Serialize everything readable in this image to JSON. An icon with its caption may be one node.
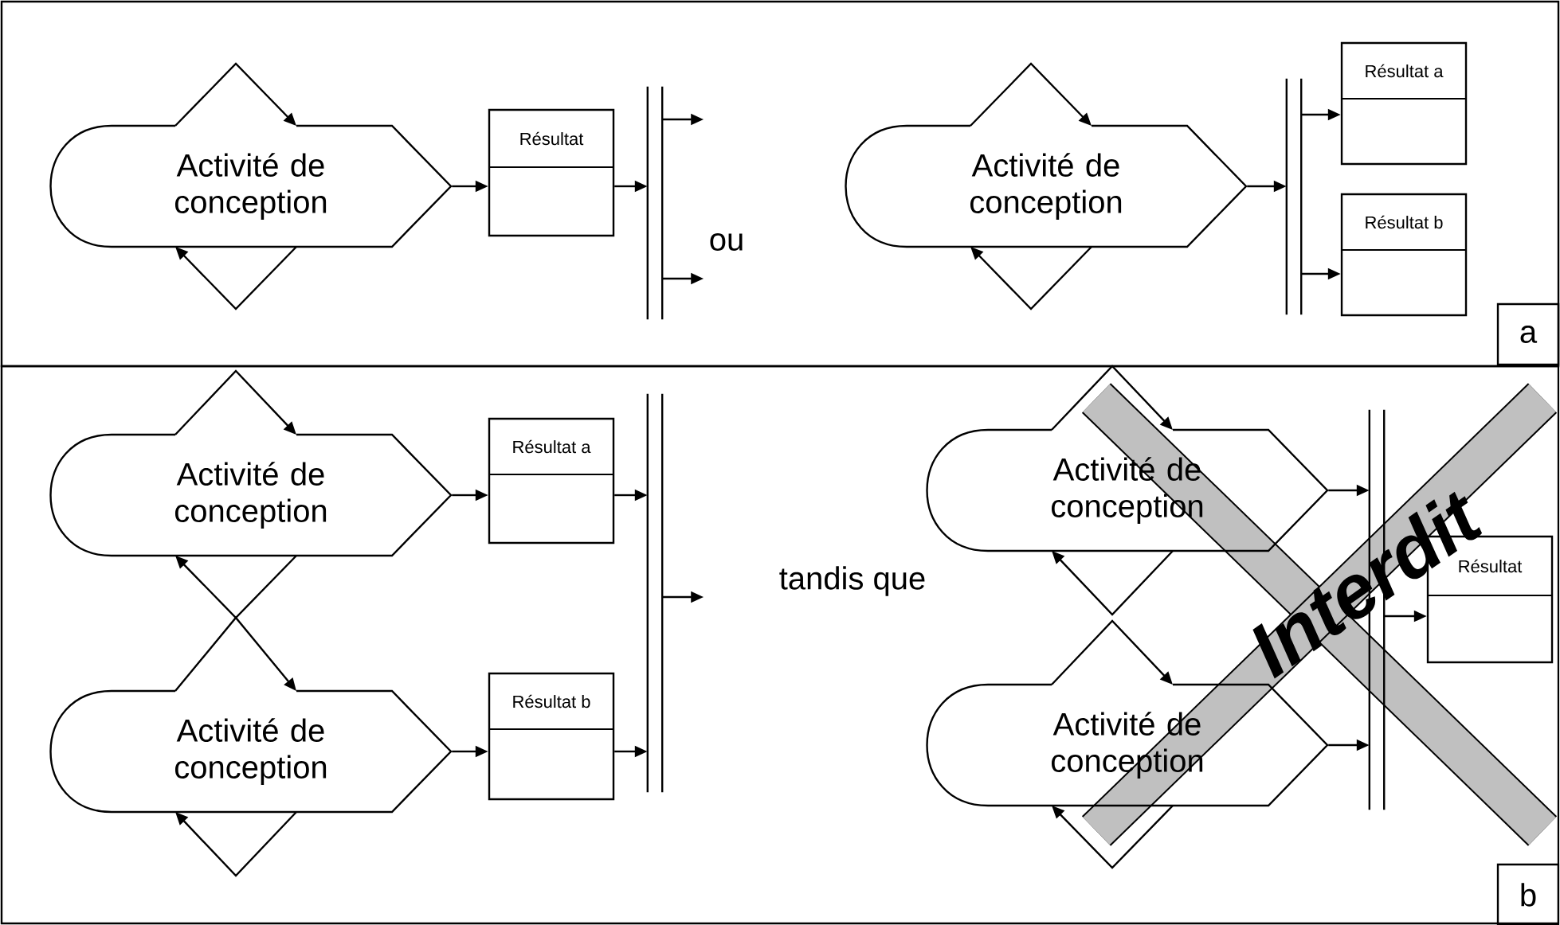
{
  "diagram": {
    "nodes": [
      {
        "text": [
          "Activité de conception"
        ]
      },
      {
        "text": [
          "Résultat"
        ]
      },
      {
        "text": [],
        "shape": "bar"
      },
      {
        "text": [
          "Activité de conception"
        ]
      },
      {
        "text": [],
        "shape": "bar"
      },
      {
        "text": [
          "Résultat a"
        ]
      },
      {
        "text": [
          "Résultat b"
        ]
      },
      {
        "text": [
          "Activité de conception"
        ]
      },
      {
        "text": [
          "Activité de conception"
        ]
      },
      {
        "text": [
          "Résultat a"
        ]
      },
      {
        "text": [
          "Résultat b"
        ]
      },
      {
        "text": [],
        "shape": "bar"
      },
      {
        "text": [
          "Activité de conception"
        ]
      },
      {
        "text": [
          "Activité de conception"
        ]
      },
      {
        "text": [],
        "shape": "bar"
      },
      {
        "text": [
          "Résultat"
        ]
      }
    ],
    "edges": [
      {
        "from": 0,
        "to": 1,
        "arrow": "to"
      },
      {
        "from": 1,
        "to": 2,
        "arrow": "to"
      },
      {
        "from": 2,
        "to": null,
        "arrow": "to"
      },
      {
        "from": 2,
        "to": null,
        "arrow": "to"
      },
      {
        "from": 3,
        "to": 4,
        "arrow": "to"
      },
      {
        "from": 4,
        "to": 5,
        "arrow": "to"
      },
      {
        "from": 4,
        "to": 6,
        "arrow": "to"
      },
      {
        "from": 7,
        "to": 9,
        "arrow": "to"
      },
      {
        "from": 9,
        "to": 11,
        "arrow": "to"
      },
      {
        "from": 8,
        "to": 10,
        "arrow": "to"
      },
      {
        "from": 10,
        "to": 11,
        "arrow": "to"
      },
      {
        "from": 11,
        "to": null,
        "arrow": "to"
      },
      {
        "from": 12,
        "to": 14,
        "arrow": "to"
      },
      {
        "from": 13,
        "to": 14,
        "arrow": "to"
      },
      {
        "from": 14,
        "to": 15,
        "arrow": "to"
      }
    ],
    "labels": [
      "ou",
      "a",
      "tandis que",
      "Interdit",
      "b"
    ]
  }
}
